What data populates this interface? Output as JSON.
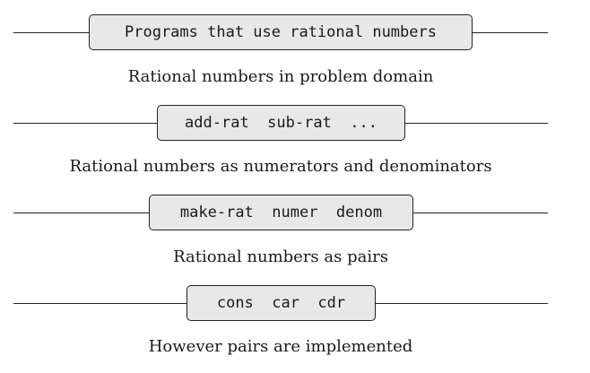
{
  "layers": [
    {
      "box_text": "Programs that use rational numbers",
      "caption": "Rational numbers in problem domain"
    },
    {
      "box_text": "add-rat  sub-rat  ...",
      "caption": "Rational numbers as numerators and denominators"
    },
    {
      "box_text": "make-rat  numer  denom",
      "caption": "Rational numbers as pairs"
    },
    {
      "box_text": "cons  car  cdr",
      "caption": "However pairs are implemented"
    }
  ]
}
